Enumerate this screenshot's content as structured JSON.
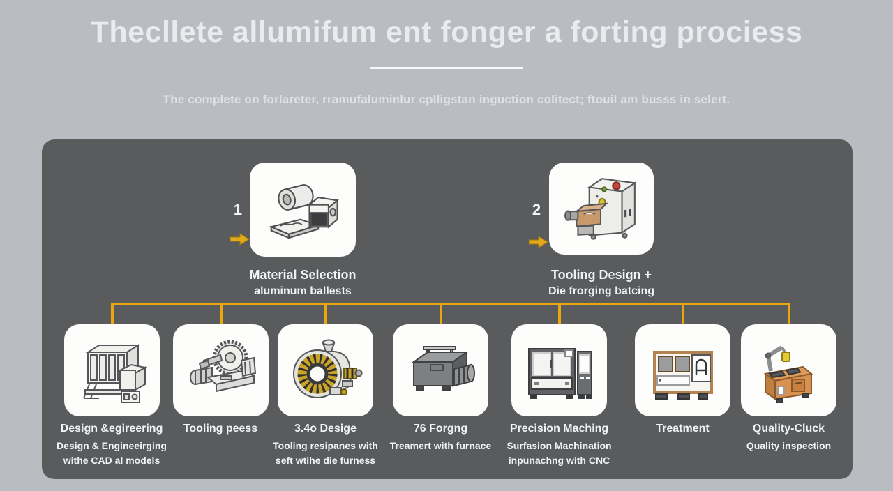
{
  "page": {
    "title": "Thecllete allumifum ent fonger a forting prociess",
    "subtitle": "The complete on forlareter, rramufaluminlur cplligstan inguction colitect; ftouil am busss in selert."
  },
  "colors": {
    "background": "#b9bdc2",
    "panel": "#595b5d",
    "connector_yellow": "#e9a60d",
    "arrow_yellow": "#e2aa1b",
    "card_white": "#fdfdfc",
    "text_light": "#f1f2f3"
  },
  "top_steps": [
    {
      "number": "1",
      "title": "Material Selection",
      "subtitle": "aluminum ballests",
      "icon": "aluminum-billets-icon"
    },
    {
      "number": "2",
      "title": "Tooling Design +",
      "subtitle": "Die frorging batcing",
      "icon": "die-forging-machine-icon"
    }
  ],
  "bottom_steps": [
    {
      "title": "Design &egireering",
      "subtitle_lines": [
        "Design & Engineeirging",
        "withe CAD al models"
      ],
      "icon": "cad-frame-icon"
    },
    {
      "title": "Tooling peess",
      "subtitle_lines": [],
      "icon": "tooling-press-icon"
    },
    {
      "title": "3.4o Desige",
      "subtitle_lines": [
        "Tooling resipanes with",
        "seft wtihe die furness"
      ],
      "icon": "turbine-die-icon"
    },
    {
      "title": "76 Forgng",
      "subtitle_lines": [
        "Treamert with furnace"
      ],
      "icon": "forging-furnace-icon"
    },
    {
      "title": "Precision Maching",
      "subtitle_lines": [
        "Surfasion Machination",
        "inpunachng with CNC"
      ],
      "icon": "cnc-machine-icon"
    },
    {
      "title": "Treatment",
      "subtitle_lines": [],
      "icon": "treatment-machine-icon"
    },
    {
      "title": "Quality-Cluck",
      "subtitle_lines": [
        "Quality inspection"
      ],
      "icon": "quality-inspection-icon"
    }
  ]
}
